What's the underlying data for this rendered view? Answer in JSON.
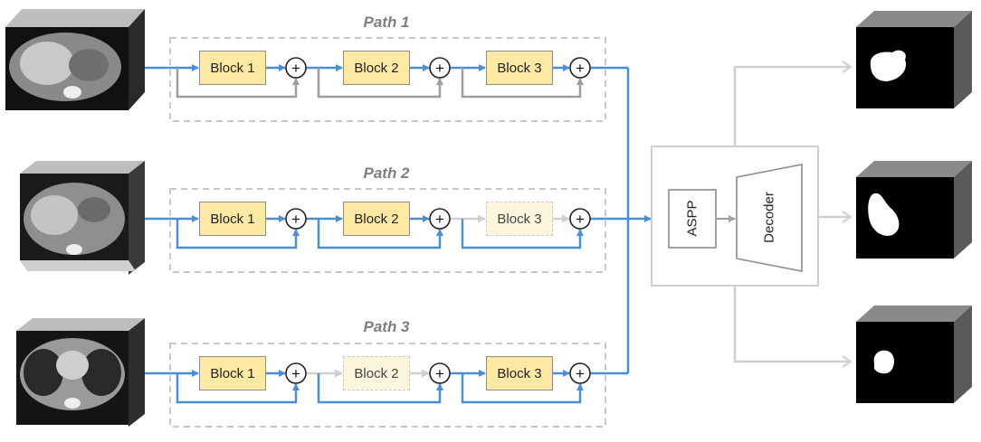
{
  "paths": [
    {
      "title": "Path 1",
      "blocks": [
        "Block 1",
        "Block 2",
        "Block 3"
      ],
      "active": [
        true,
        true,
        true
      ]
    },
    {
      "title": "Path 2",
      "blocks": [
        "Block 1",
        "Block 2",
        "Block 3"
      ],
      "active": [
        true,
        true,
        false
      ]
    },
    {
      "title": "Path 3",
      "blocks": [
        "Block 1",
        "Block 2",
        "Block 3"
      ],
      "active": [
        true,
        false,
        true
      ]
    }
  ],
  "sum_symbol": "+",
  "head": {
    "aspp_label": "ASPP",
    "decoder_label": "Decoder"
  },
  "colors": {
    "active_arrow": "#4a8fd4",
    "skip_arrow": "#9e9e9e",
    "inactive_arrow": "#cfcfcf",
    "block_fill": "#fde8a4",
    "block_fill_faded": "#fef6dc",
    "frame": "#c8c8c8",
    "title_text": "#7f7f7f"
  }
}
